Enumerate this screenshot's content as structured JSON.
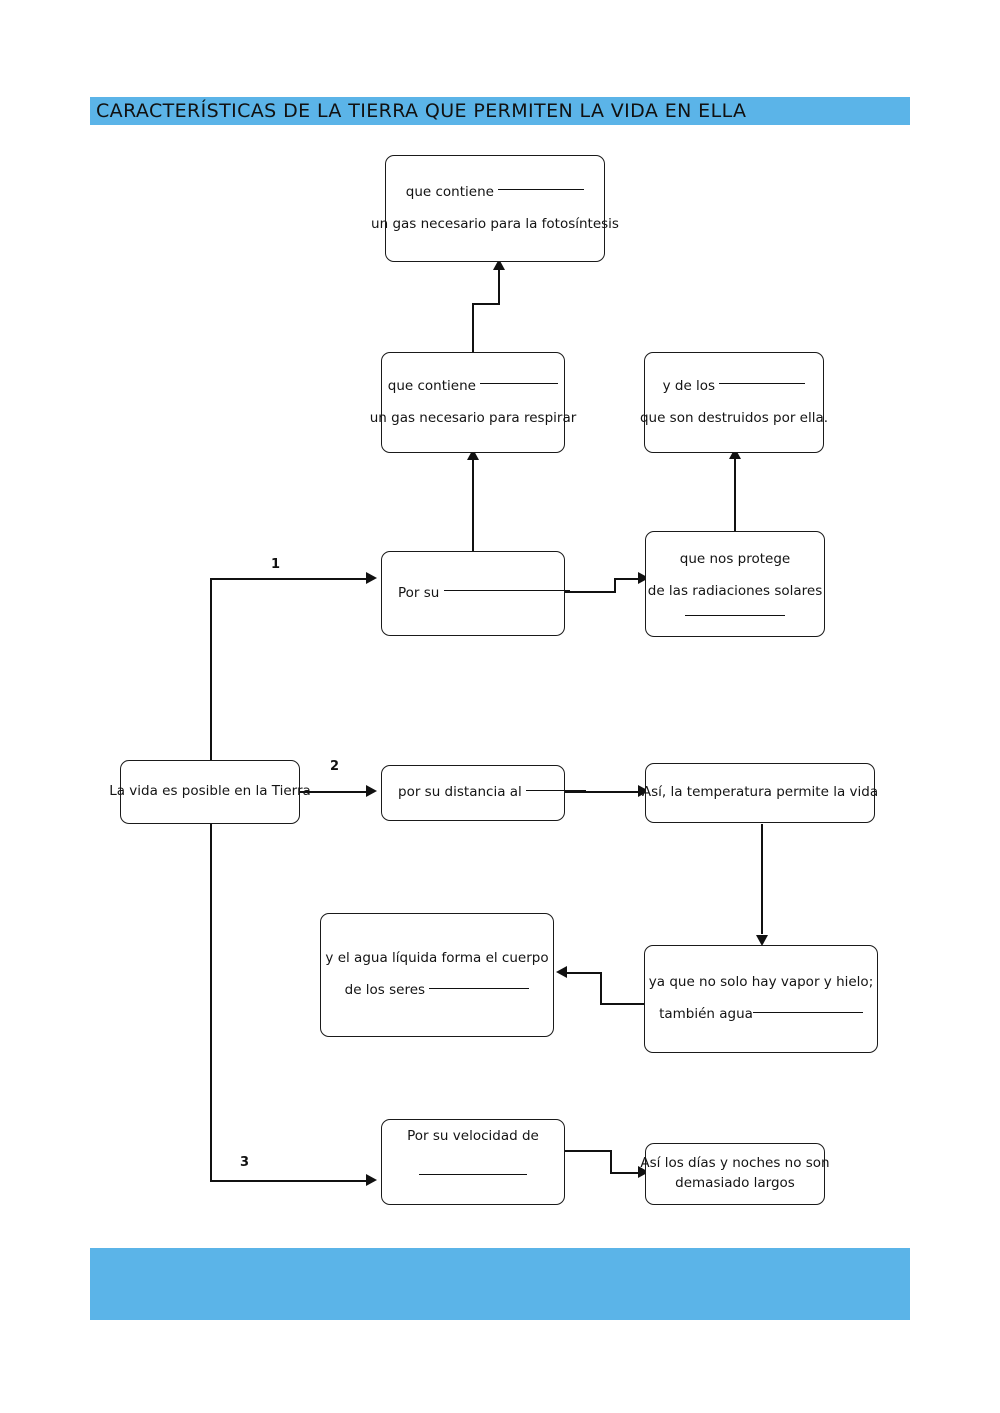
{
  "document": {
    "title": "CARACTERÍSTICAS DE LA TIERRA QUE PERMITEN LA VIDA EN ELLA",
    "accent_color": "#5bb4e8",
    "ink_color": "#111111",
    "page_background": "#ffffff"
  },
  "chart_data": {
    "type": "diagram",
    "title": "CARACTERÍSTICAS DE LA TIERRA QUE PERMITEN LA VIDA EN ELLA",
    "nodes": [
      {
        "id": "fotosintesis",
        "lines": [
          "que contiene ____________",
          "un gas necesario para la fotosíntesis"
        ]
      },
      {
        "id": "respirar",
        "lines": [
          "que contiene ____________",
          "un gas necesario para respirar"
        ]
      },
      {
        "id": "destruidos",
        "lines": [
          "y de los ____________",
          "que son destruidos por ella."
        ]
      },
      {
        "id": "por-su",
        "lines": [
          "Por su ________________"
        ]
      },
      {
        "id": "protege",
        "lines": [
          "que nos protege",
          "de las radiaciones solares",
          "____________"
        ]
      },
      {
        "id": "raiz",
        "lines": [
          "La vida es posible en la Tierra"
        ]
      },
      {
        "id": "distancia",
        "lines": [
          "por su distancia al ______"
        ]
      },
      {
        "id": "temperatura",
        "lines": [
          "Así, la temperatura permite la vida"
        ]
      },
      {
        "id": "vapor-hielo",
        "lines": [
          "ya que no solo hay vapor y hielo;",
          "también agua_____________"
        ]
      },
      {
        "id": "agua-liquida",
        "lines": [
          "y el agua líquida forma el cuerpo",
          "de los seres ____________"
        ]
      },
      {
        "id": "velocidad",
        "lines": [
          "Por su velocidad de",
          "____________"
        ]
      },
      {
        "id": "dias-noches",
        "lines": [
          "Así los días y noches no son",
          "demasiado largos"
        ]
      }
    ],
    "edges": [
      {
        "from": "raiz",
        "to": "por-su",
        "label": "1"
      },
      {
        "from": "raiz",
        "to": "distancia",
        "label": "2"
      },
      {
        "from": "raiz",
        "to": "velocidad",
        "label": "3"
      },
      {
        "from": "por-su",
        "to": "respirar",
        "label": ""
      },
      {
        "from": "respirar",
        "to": "fotosintesis",
        "label": ""
      },
      {
        "from": "por-su",
        "to": "protege",
        "label": ""
      },
      {
        "from": "protege",
        "to": "destruidos",
        "label": ""
      },
      {
        "from": "distancia",
        "to": "temperatura",
        "label": ""
      },
      {
        "from": "temperatura",
        "to": "vapor-hielo",
        "label": ""
      },
      {
        "from": "vapor-hielo",
        "to": "agua-liquida",
        "label": ""
      },
      {
        "from": "velocidad",
        "to": "dias-noches",
        "label": ""
      }
    ]
  },
  "nodes": {
    "fotosintesis": {
      "line1_prefix": "que contiene",
      "line2": "un gas necesario para la fotosíntesis"
    },
    "respirar": {
      "line1_prefix": "que contiene",
      "line2": "un gas necesario para respirar"
    },
    "destruidos": {
      "line1_prefix": "y de los",
      "line2": "que son destruidos por ella."
    },
    "por_su": {
      "line1_prefix": "Por su"
    },
    "protege": {
      "line1": "que nos protege",
      "line2": "de las radiaciones solares"
    },
    "raiz": {
      "line1": "La vida es posible en la Tierra"
    },
    "distancia": {
      "line1_prefix": "por su distancia al"
    },
    "temperatura": {
      "line1": "Así, la temperatura permite la vida"
    },
    "vapor_hielo": {
      "line1": "ya que no solo hay vapor y hielo;",
      "line2_prefix": "también agua"
    },
    "agua_liquida": {
      "line1": "y el agua líquida forma el cuerpo",
      "line2_prefix": "de los seres"
    },
    "velocidad": {
      "line1": "Por su velocidad de"
    },
    "dias_noches": {
      "line1": "Así los días y noches no son",
      "line2": "demasiado largos"
    }
  },
  "branch_labels": {
    "one": "1",
    "two": "2",
    "three": "3"
  }
}
